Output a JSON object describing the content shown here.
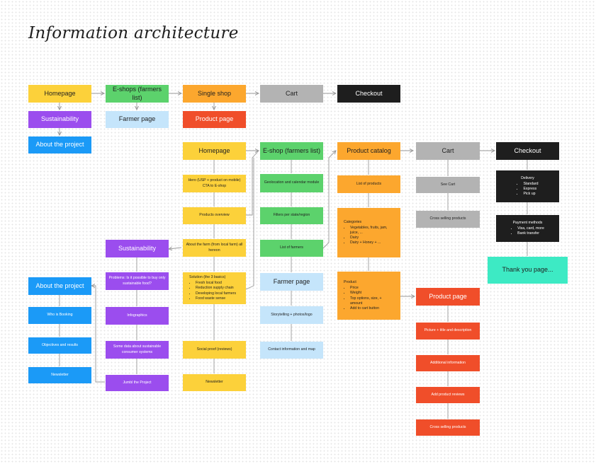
{
  "title": "Information architecture",
  "colors": {
    "yellow": "#fcd13a",
    "green": "#5cd26c",
    "orange": "#fca72e",
    "red": "#f04e2a",
    "grey": "#b3b3b3",
    "black": "#1e1e1e",
    "purple": "#9b4dee",
    "blue": "#1b9af7",
    "light_blue": "#c5e5fb",
    "teal": "#3deac4",
    "connector": "#9a9a9a"
  },
  "top_flow": {
    "homepage": "Homepage",
    "eshops": "E-shops (farmers list)",
    "single_shop": "Single shop",
    "cart": "Cart",
    "checkout": "Checkout",
    "sustainability": "Sustainability",
    "about_project": "About the project",
    "farmer_page": "Farmer page",
    "product_page": "Product page"
  },
  "detail_flow": {
    "homepage": {
      "title": "Homepage",
      "hero": "Hero (USP + product on mobile) CTA to E-shop",
      "products_overview": "Products overview",
      "about": "About the farm (from local farm) all hereon",
      "solution_title": "Solution (the 3 basics)",
      "solution_items": [
        "Fresh local food",
        "Reduction supply chain",
        "Developing local farmers",
        "Food waste sense"
      ],
      "social_proof": "Social proof (reviews)",
      "newsletter": "Newsletter"
    },
    "sustainability": {
      "title": "Sustainability",
      "question": "Problems: Is it possible to buy only sustainable food?",
      "info": "Infographics",
      "some_data": "Some data about sustainable consumer systems",
      "jumbl": "Jumbl the Project"
    },
    "about": {
      "title": "About the project",
      "who": "Who is Booking",
      "objectives": "Objectives and results",
      "newsletter": "Newsletter"
    },
    "eshop": {
      "title": "E-shop (farmers list)",
      "geoloc": "Geolocation and calendar module",
      "filters": "Filters per state/region",
      "list": "List of farmers",
      "farmer_page": "Farmer page",
      "storytelling": "Storytelling + photos/logo",
      "contact": "Contact information and map"
    },
    "catalog": {
      "title": "Product catalog",
      "list": "List of products",
      "categories_title": "Categories",
      "categories_items": [
        "Vegetables, fruits, jam, juice, ...",
        "Dairy",
        "Dairy + Honey + ..."
      ],
      "product_title": "Product",
      "product_items": [
        "Price",
        "Weight",
        "Top options, size, + amount",
        "Add to cart button"
      ]
    },
    "cart": {
      "title": "Cart",
      "see_cart": "See Cart",
      "cross_selling": "Cross selling products"
    },
    "checkout": {
      "title": "Checkout",
      "delivery_title": "Delivery",
      "delivery_items": [
        "Standard",
        "Express",
        "Pick up"
      ],
      "payment_title": "Payment methods",
      "payment_items": [
        "Visa, card, more",
        "Bank transfer"
      ],
      "thank_you": "Thank you page..."
    },
    "product_page": {
      "title": "Product page",
      "picture": "Picture + title and description",
      "additional": "Additional information",
      "reviews": "Add product reviews",
      "cross_selling": "Cross selling products"
    }
  }
}
